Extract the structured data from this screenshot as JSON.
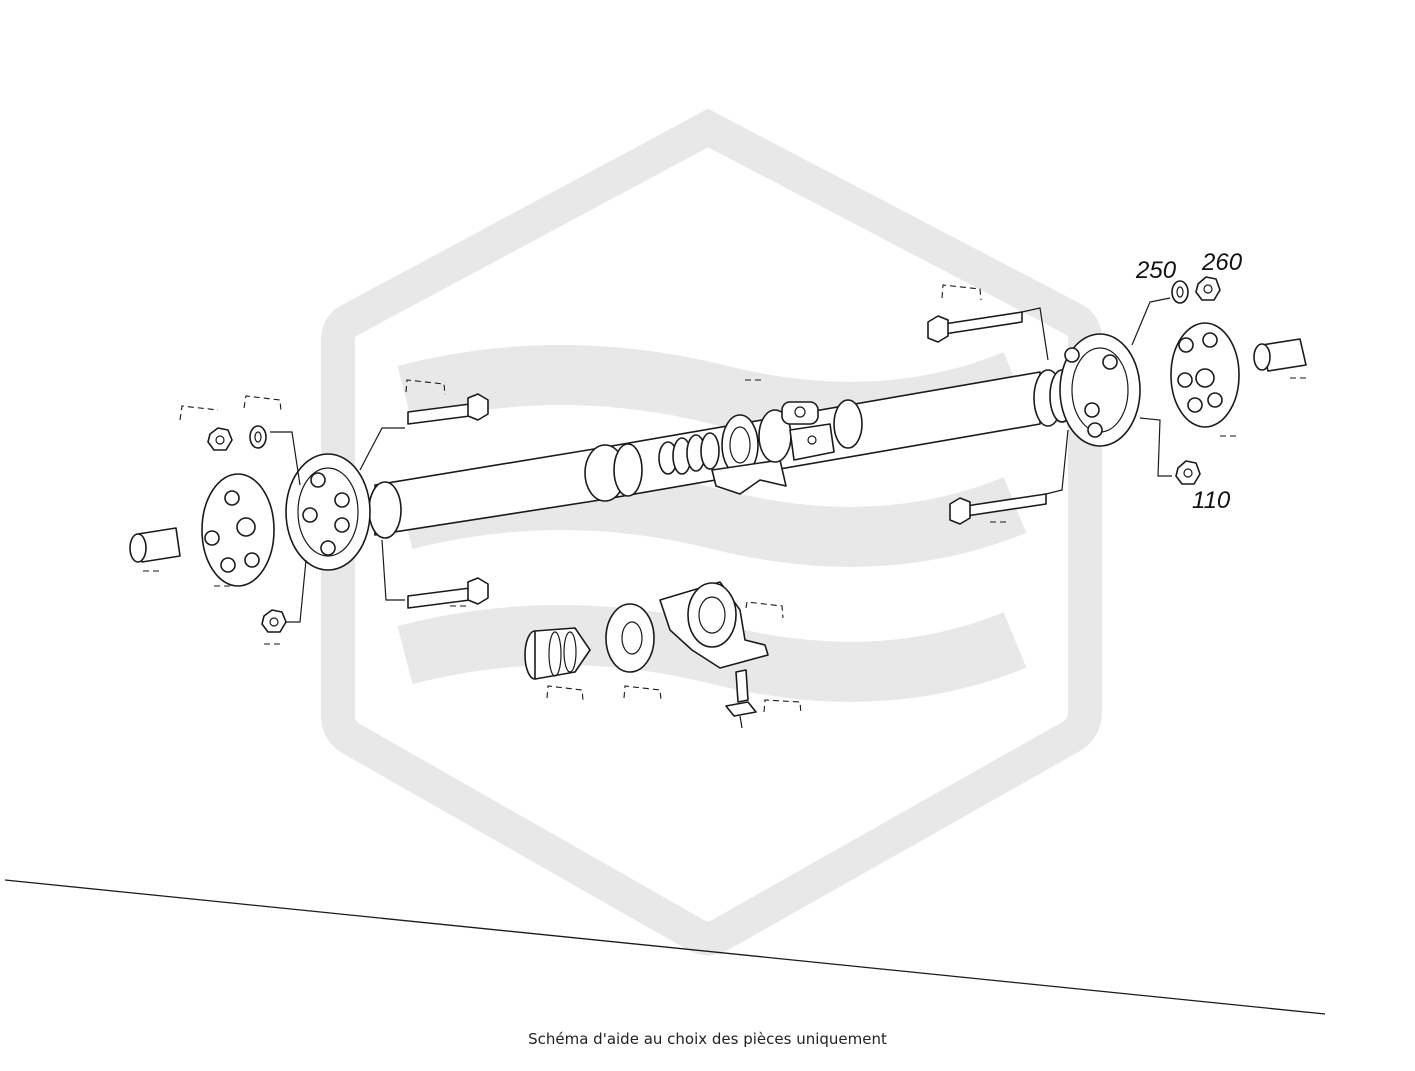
{
  "diagram": {
    "callouts": [
      {
        "id": "250",
        "label": "250"
      },
      {
        "id": "260",
        "label": "260"
      },
      {
        "id": "110",
        "label": "110"
      }
    ],
    "watermark_color": "#e8e8e8",
    "line_color": "#1a1a1a"
  },
  "caption": "Schéma d'aide au choix des pièces uniquement"
}
